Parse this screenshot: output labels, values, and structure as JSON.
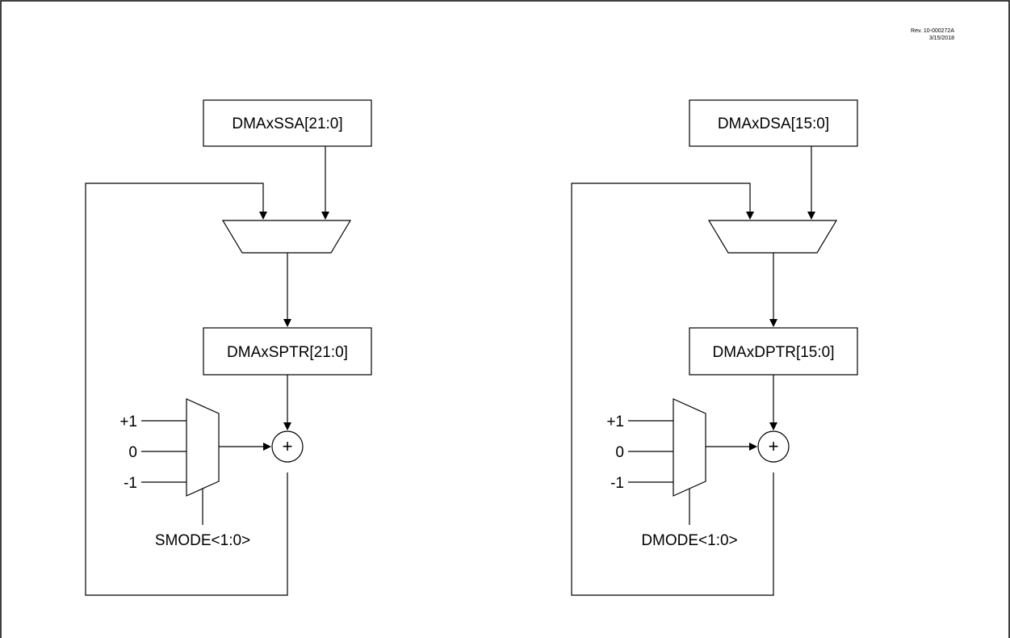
{
  "revision": {
    "number": "Rev. 10-000272A",
    "date": "3/15/2018"
  },
  "source_block": {
    "address_register": "DMAxSSA[21:0]",
    "pointer_register": "DMAxSPTR[21:0]",
    "mux_inputs": [
      "+1",
      "0",
      "-1"
    ],
    "mode_select": "SMODE<1:0>"
  },
  "destination_block": {
    "address_register": "DMAxDSA[15:0]",
    "pointer_register": "DMAxDPTR[15:0]",
    "mux_inputs": [
      "+1",
      "0",
      "-1"
    ],
    "mode_select": "DMODE<1:0>"
  },
  "adder_symbol": "+"
}
